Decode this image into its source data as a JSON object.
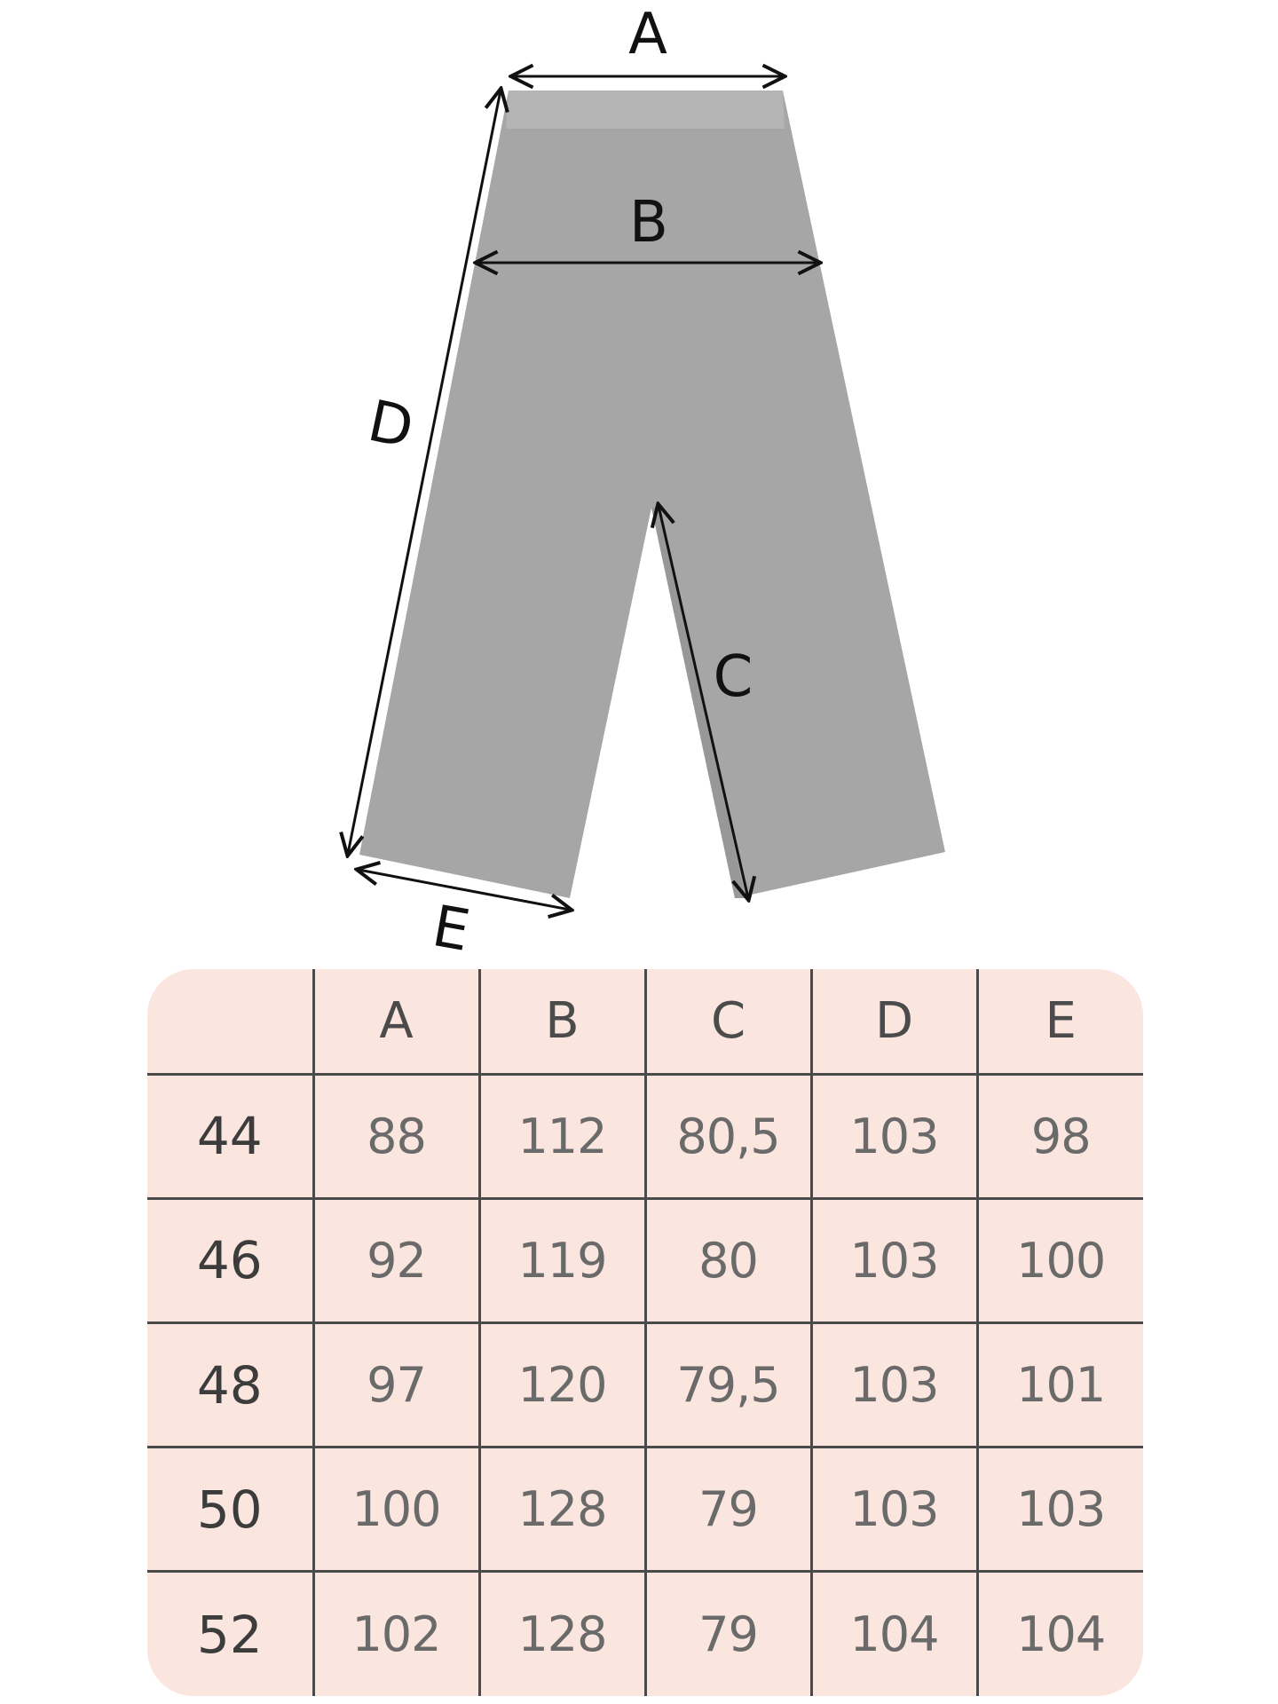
{
  "diagram": {
    "labels": {
      "a": "A",
      "b": "B",
      "c": "C",
      "d": "D",
      "e": "E"
    },
    "colors": {
      "garment": "#a6a6a6",
      "waistband": "#b4b4b4",
      "inseam_shadow": "#989898",
      "arrows": "#111111"
    }
  },
  "table": {
    "corner": "",
    "columns": [
      "A",
      "B",
      "C",
      "D",
      "E"
    ],
    "rows": [
      {
        "size": "44",
        "values": [
          "88",
          "112",
          "80,5",
          "103",
          "98"
        ]
      },
      {
        "size": "46",
        "values": [
          "92",
          "119",
          "80",
          "103",
          "100"
        ]
      },
      {
        "size": "48",
        "values": [
          "97",
          "120",
          "79,5",
          "103",
          "101"
        ]
      },
      {
        "size": "50",
        "values": [
          "100",
          "128",
          "79",
          "103",
          "103"
        ]
      },
      {
        "size": "52",
        "values": [
          "102",
          "128",
          "79",
          "104",
          "104"
        ]
      }
    ],
    "colors": {
      "background": "#fbe5df",
      "grid": "#4a4a4a"
    }
  }
}
